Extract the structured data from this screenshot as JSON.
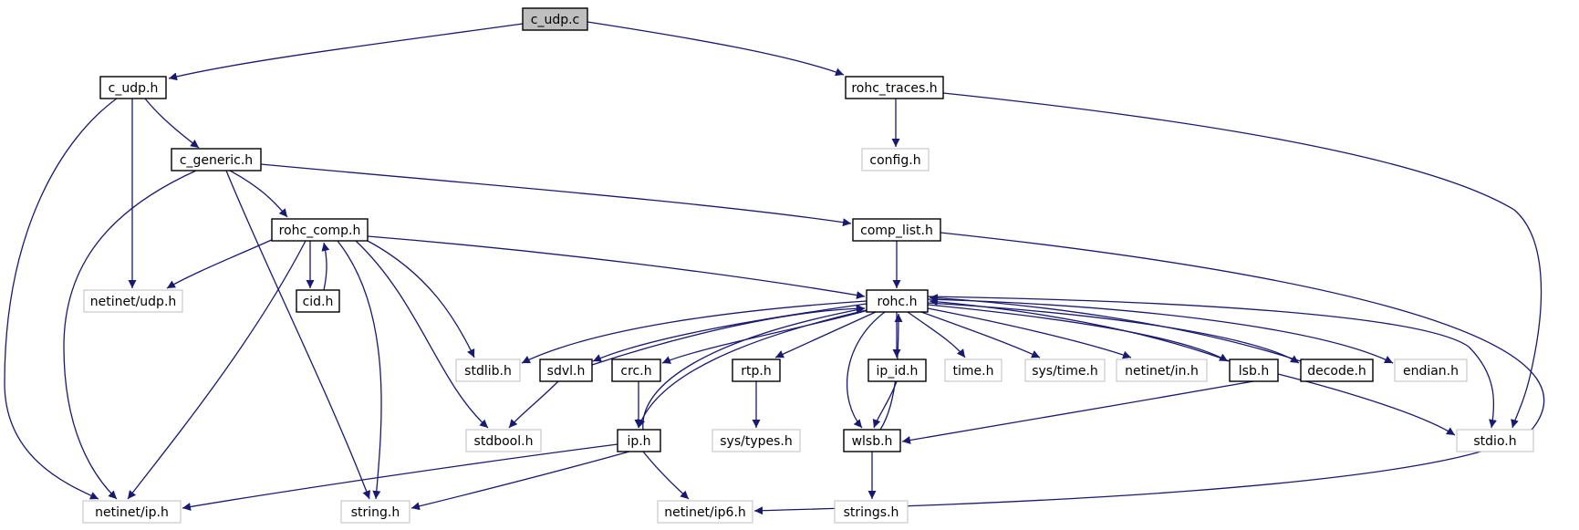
{
  "diagram": {
    "type": "include-dependency-graph",
    "colors": {
      "edge": "#191970",
      "box_border": "#000000",
      "box_border_missing": "#bfbfbf",
      "root_fill": "#bfbfbf",
      "background": "#ffffff"
    },
    "nodes": [
      {
        "id": "c_udp_c",
        "label": "c_udp.c",
        "kind": "root"
      },
      {
        "id": "c_udp_h",
        "label": "c_udp.h",
        "kind": "file"
      },
      {
        "id": "rohc_traces_h",
        "label": "rohc_traces.h",
        "kind": "file"
      },
      {
        "id": "c_generic_h",
        "label": "c_generic.h",
        "kind": "file"
      },
      {
        "id": "config_h",
        "label": "config.h",
        "kind": "missing"
      },
      {
        "id": "rohc_comp_h",
        "label": "rohc_comp.h",
        "kind": "file"
      },
      {
        "id": "comp_list_h",
        "label": "comp_list.h",
        "kind": "file"
      },
      {
        "id": "netinet_udp_h",
        "label": "netinet/udp.h",
        "kind": "missing"
      },
      {
        "id": "cid_h",
        "label": "cid.h",
        "kind": "file"
      },
      {
        "id": "rohc_h",
        "label": "rohc.h",
        "kind": "file"
      },
      {
        "id": "stdlib_h",
        "label": "stdlib.h",
        "kind": "missing"
      },
      {
        "id": "sdvl_h",
        "label": "sdvl.h",
        "kind": "file"
      },
      {
        "id": "crc_h",
        "label": "crc.h",
        "kind": "file"
      },
      {
        "id": "rtp_h",
        "label": "rtp.h",
        "kind": "file"
      },
      {
        "id": "ip_id_h",
        "label": "ip_id.h",
        "kind": "file"
      },
      {
        "id": "time_h",
        "label": "time.h",
        "kind": "missing"
      },
      {
        "id": "sys_time_h",
        "label": "sys/time.h",
        "kind": "missing"
      },
      {
        "id": "netinet_in_h",
        "label": "netinet/in.h",
        "kind": "missing"
      },
      {
        "id": "lsb_h",
        "label": "lsb.h",
        "kind": "file"
      },
      {
        "id": "decode_h",
        "label": "decode.h",
        "kind": "file"
      },
      {
        "id": "endian_h",
        "label": "endian.h",
        "kind": "missing"
      },
      {
        "id": "stdbool_h",
        "label": "stdbool.h",
        "kind": "missing"
      },
      {
        "id": "ip_h",
        "label": "ip.h",
        "kind": "file"
      },
      {
        "id": "sys_types_h",
        "label": "sys/types.h",
        "kind": "missing"
      },
      {
        "id": "wlsb_h",
        "label": "wlsb.h",
        "kind": "file"
      },
      {
        "id": "stdio_h",
        "label": "stdio.h",
        "kind": "missing"
      },
      {
        "id": "netinet_ip_h",
        "label": "netinet/ip.h",
        "kind": "missing"
      },
      {
        "id": "string_h",
        "label": "string.h",
        "kind": "missing"
      },
      {
        "id": "netinet_ip6_h",
        "label": "netinet/ip6.h",
        "kind": "missing"
      },
      {
        "id": "strings_h",
        "label": "strings.h",
        "kind": "missing"
      }
    ],
    "edges": [
      {
        "from": "c_udp_c",
        "to": "c_udp_h"
      },
      {
        "from": "c_udp_c",
        "to": "rohc_traces_h"
      },
      {
        "from": "c_udp_h",
        "to": "c_generic_h"
      },
      {
        "from": "c_udp_h",
        "to": "netinet_udp_h"
      },
      {
        "from": "c_udp_h",
        "to": "netinet_ip_h"
      },
      {
        "from": "rohc_traces_h",
        "to": "config_h"
      },
      {
        "from": "rohc_traces_h",
        "to": "stdio_h"
      },
      {
        "from": "c_generic_h",
        "to": "rohc_comp_h"
      },
      {
        "from": "c_generic_h",
        "to": "comp_list_h"
      },
      {
        "from": "c_generic_h",
        "to": "netinet_ip_h"
      },
      {
        "from": "c_generic_h",
        "to": "string_h"
      },
      {
        "from": "rohc_comp_h",
        "to": "netinet_udp_h"
      },
      {
        "from": "rohc_comp_h",
        "to": "cid_h"
      },
      {
        "from": "cid_h",
        "to": "rohc_comp_h"
      },
      {
        "from": "rohc_comp_h",
        "to": "rohc_h"
      },
      {
        "from": "rohc_comp_h",
        "to": "netinet_ip_h"
      },
      {
        "from": "rohc_comp_h",
        "to": "string_h"
      },
      {
        "from": "rohc_comp_h",
        "to": "stdbool_h"
      },
      {
        "from": "rohc_comp_h",
        "to": "stdlib_h"
      },
      {
        "from": "comp_list_h",
        "to": "rohc_h"
      },
      {
        "from": "comp_list_h",
        "to": "netinet_ip6_h"
      },
      {
        "from": "rohc_h",
        "to": "stdlib_h"
      },
      {
        "from": "rohc_h",
        "to": "sdvl_h"
      },
      {
        "from": "sdvl_h",
        "to": "rohc_h"
      },
      {
        "from": "rohc_h",
        "to": "crc_h"
      },
      {
        "from": "rohc_h",
        "to": "rtp_h"
      },
      {
        "from": "rohc_h",
        "to": "ip_id_h"
      },
      {
        "from": "rohc_h",
        "to": "time_h"
      },
      {
        "from": "rohc_h",
        "to": "sys_time_h"
      },
      {
        "from": "rohc_h",
        "to": "netinet_in_h"
      },
      {
        "from": "rohc_h",
        "to": "lsb_h"
      },
      {
        "from": "lsb_h",
        "to": "rohc_h"
      },
      {
        "from": "rohc_h",
        "to": "decode_h"
      },
      {
        "from": "decode_h",
        "to": "rohc_h"
      },
      {
        "from": "rohc_h",
        "to": "endian_h"
      },
      {
        "from": "rohc_h",
        "to": "stdio_h"
      },
      {
        "from": "rohc_h",
        "to": "ip_h"
      },
      {
        "from": "ip_h",
        "to": "rohc_h"
      },
      {
        "from": "rohc_h",
        "to": "wlsb_h"
      },
      {
        "from": "wlsb_h",
        "to": "rohc_h"
      },
      {
        "from": "sdvl_h",
        "to": "stdbool_h"
      },
      {
        "from": "crc_h",
        "to": "ip_h"
      },
      {
        "from": "rtp_h",
        "to": "sys_types_h"
      },
      {
        "from": "ip_id_h",
        "to": "wlsb_h"
      },
      {
        "from": "lsb_h",
        "to": "wlsb_h"
      },
      {
        "from": "lsb_h",
        "to": "stdio_h"
      },
      {
        "from": "ip_h",
        "to": "netinet_ip_h"
      },
      {
        "from": "ip_h",
        "to": "string_h"
      },
      {
        "from": "ip_h",
        "to": "netinet_ip6_h"
      },
      {
        "from": "wlsb_h",
        "to": "strings_h"
      }
    ]
  }
}
